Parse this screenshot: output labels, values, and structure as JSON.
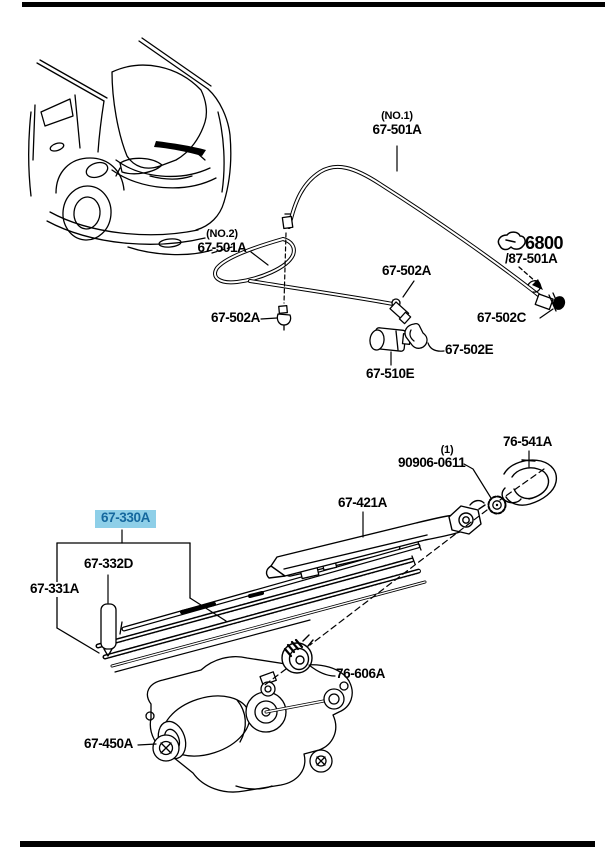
{
  "diagram_title": "rear-wiper-and-washer-parts-diagram",
  "colors": {
    "ink": "#000000",
    "paper": "#ffffff",
    "highlight_bg": "#8ecfe8",
    "highlight_text": "#15689e"
  },
  "parts": {
    "hose_no1": {
      "qualifier": "(NO.1)",
      "number": "67-501A"
    },
    "hose_no2": {
      "qualifier": "(NO.2)",
      "number": "67-501A"
    },
    "nozzle": {
      "number": "67-502A"
    },
    "joint": {
      "number": "67-502A"
    },
    "clip": {
      "ref": "6800",
      "number": "/87-501A"
    },
    "connector": {
      "number": "67-502C"
    },
    "elbow": {
      "number": "67-502E"
    },
    "check_valve": {
      "number": "67-510E"
    },
    "pivot_cap": {
      "number": "76-541A"
    },
    "pivot_nut": {
      "qualifier": "(1)",
      "number": "90906-0611"
    },
    "wiper_arm": {
      "number": "67-421A"
    },
    "blade_assembly": {
      "number": "67-330A",
      "highlighted": true
    },
    "blade_rubber": {
      "number": "67-332D"
    },
    "blade": {
      "number": "67-331A"
    },
    "shaft_grommet": {
      "number": "76-606A"
    },
    "wiper_motor": {
      "number": "67-450A"
    }
  }
}
